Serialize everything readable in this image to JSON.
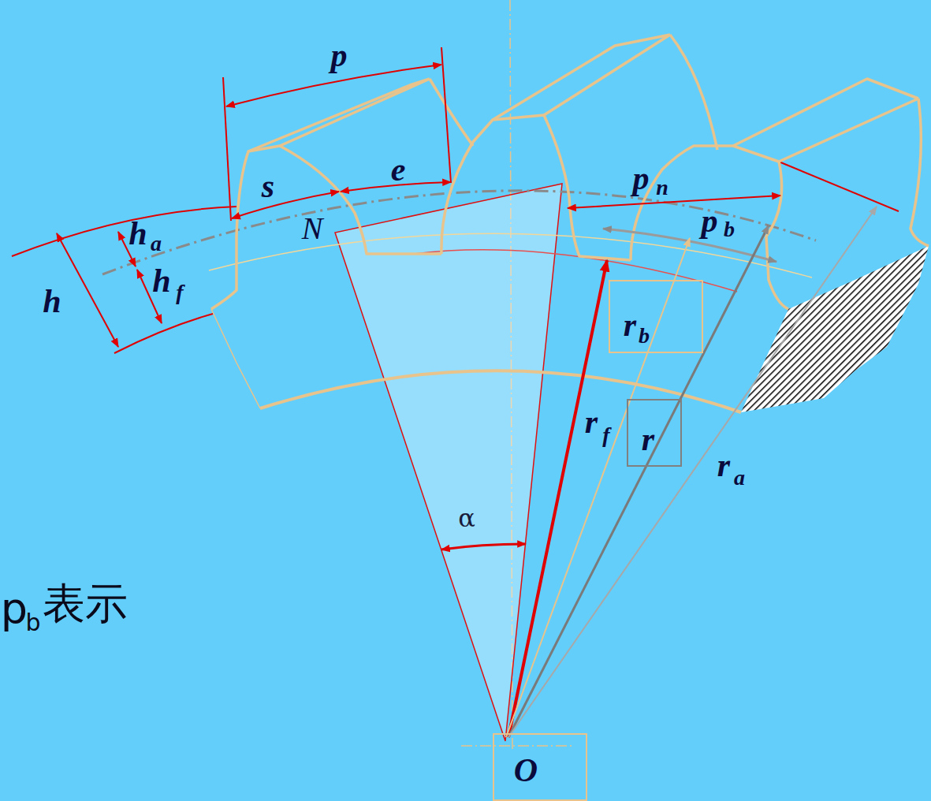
{
  "diagram": {
    "nodes": [
      {
        "text": [
          "r",
          "b"
        ]
      },
      {
        "text": [
          "r"
        ]
      },
      {
        "text": [
          "O"
        ]
      }
    ],
    "labels": [
      "p",
      "e",
      "s",
      "N",
      "h",
      "a",
      "h",
      "f",
      "h",
      "p",
      "n",
      "p",
      "b",
      "r",
      "f",
      "r",
      "a",
      "α",
      "p",
      "b",
      "表示"
    ]
  }
}
